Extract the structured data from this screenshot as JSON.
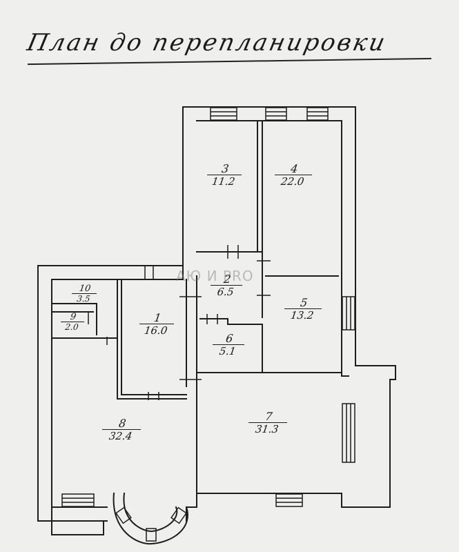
{
  "title": "План до перепланировки",
  "watermark": "АЮ И PRO",
  "rooms": [
    {
      "id": "1",
      "number": "1",
      "area": "16.0"
    },
    {
      "id": "2",
      "number": "2",
      "area": "6.5"
    },
    {
      "id": "3",
      "number": "3",
      "area": "11.2"
    },
    {
      "id": "4",
      "number": "4",
      "area": "22.0"
    },
    {
      "id": "5",
      "number": "5",
      "area": "13.2"
    },
    {
      "id": "6",
      "number": "6",
      "area": "5.1"
    },
    {
      "id": "7",
      "number": "7",
      "area": "31.3"
    },
    {
      "id": "8",
      "number": "8",
      "area": "32.4"
    },
    {
      "id": "9",
      "number": "9",
      "area": "2.0"
    },
    {
      "id": "10",
      "number": "10",
      "area": "3.5"
    }
  ]
}
